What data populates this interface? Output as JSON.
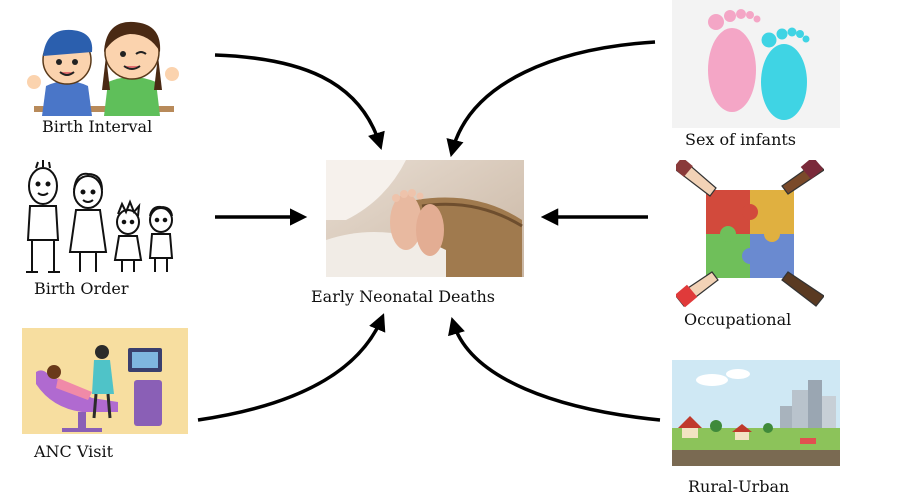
{
  "center": {
    "label": "Early Neonatal Deaths"
  },
  "factors": {
    "birth_interval": "Birth Interval",
    "birth_order": "Birth Order",
    "anc_visit": "ANC Visit",
    "sex_of_infants": "Sex of infants",
    "occupational": "Occupational",
    "rural_urban": "Rural-Urban"
  },
  "colors": {
    "arrow": "#000000",
    "text": "#111111",
    "pink_foot": "#f4a6c6",
    "blue_foot": "#3fd4e4",
    "anc_bg": "#f7dea0",
    "sky": "#cfe8f4"
  }
}
